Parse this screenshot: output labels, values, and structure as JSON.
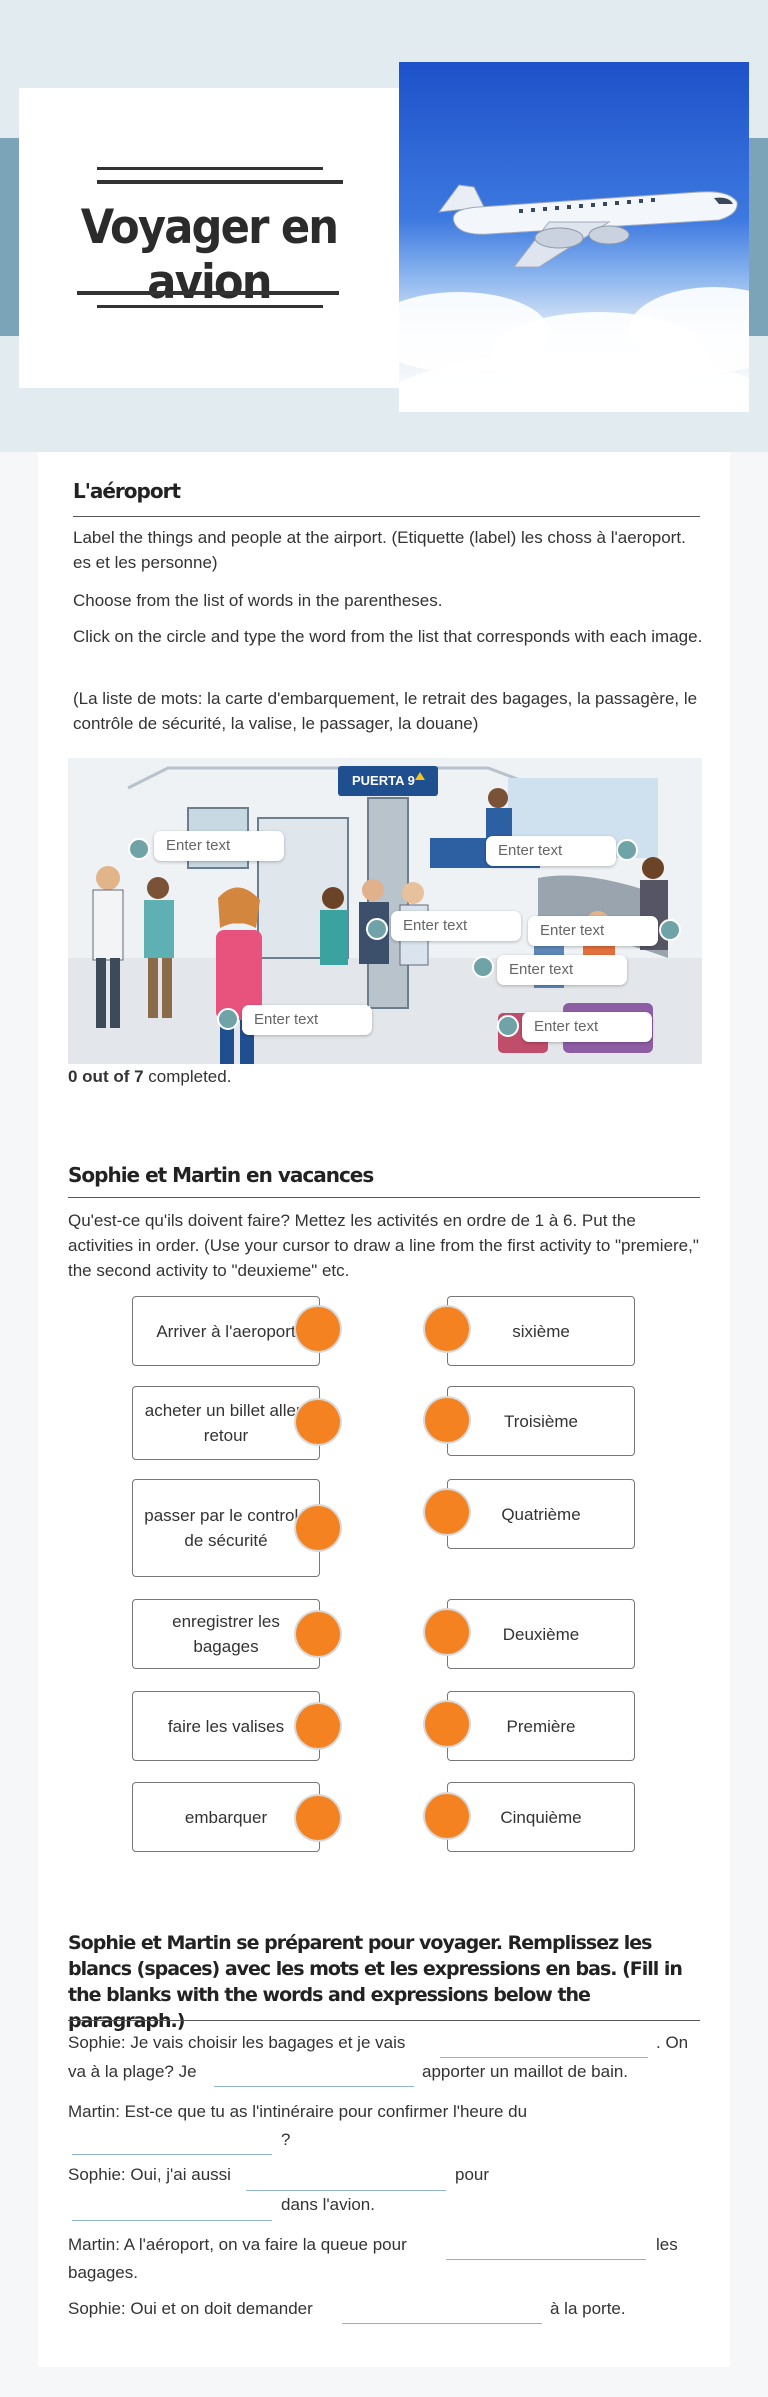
{
  "header": {
    "title": "Voyager en avion",
    "hero_image": "airplane-above-clouds"
  },
  "airport_section": {
    "heading": "L'aéroport",
    "instructions": [
      "Label the things and people at the airport. (Etiquette (label) les choss à l'aeroport.  es et les personne)",
      "Choose from the list of words in the parentheses.",
      "Click on the circle and type the word from the list that corresponds with each image.",
      "(La liste de mots:  la carte d'embarquement, le retrait des bagages, la passagère, le contrôle de sécurité, la valise,  le passager, la douane)"
    ],
    "gate_sign": "PUERTA 9",
    "hotspot_placeholder": "Enter text",
    "hotspot_count": 7,
    "progress_count": "0 out of 7",
    "progress_suffix": " completed."
  },
  "matching_section": {
    "heading": "Sophie et Martin en vacances",
    "instructions": "Qu'est-ce qu'ils doivent faire?  Mettez les activités en ordre de 1 à 6. Put the activities in order. (Use your cursor to draw a line from the first activity to \"premiere,\" the second activity to \"deuxieme\" etc.",
    "left_items": [
      "Arriver à l'aeroport",
      "acheter un billet aller-retour",
      "passer par le controle de sécurité",
      "enregistrer les bagages",
      "faire les valises",
      "embarquer"
    ],
    "right_items": [
      "sixième",
      "Troisième",
      "Quatrième",
      "Deuxième",
      "Première",
      "Cinquième"
    ],
    "dot_color": "#f48220"
  },
  "fill_section": {
    "heading": "Sophie et Martin se préparent pour voyager.   Remplissez les blancs (spaces) avec les mots et les expressions en bas. (Fill in the blanks with the words and expressions below the paragraph.)",
    "s1a": "Sophie: Je vais choisir les bagages et je vais",
    "s1b": ". On",
    "s1c": "va à la plage? Je",
    "s1d": "apporter un maillot de bain.",
    "s2a": "Martin: Est-ce que tu as l'intinéraire pour confirmer l'heure du",
    "s2b": "?",
    "s3a": "Sophie: Oui, j'ai aussi",
    "s3b": "pour",
    "s3c": "dans l'avion.",
    "s4a": "Martin: A l'aéroport, on va faire la queue pour",
    "s4b": "les",
    "s4c": "bagages.",
    "s5a": "Sophie: Oui et on doit demander",
    "s5b": "à la porte."
  }
}
